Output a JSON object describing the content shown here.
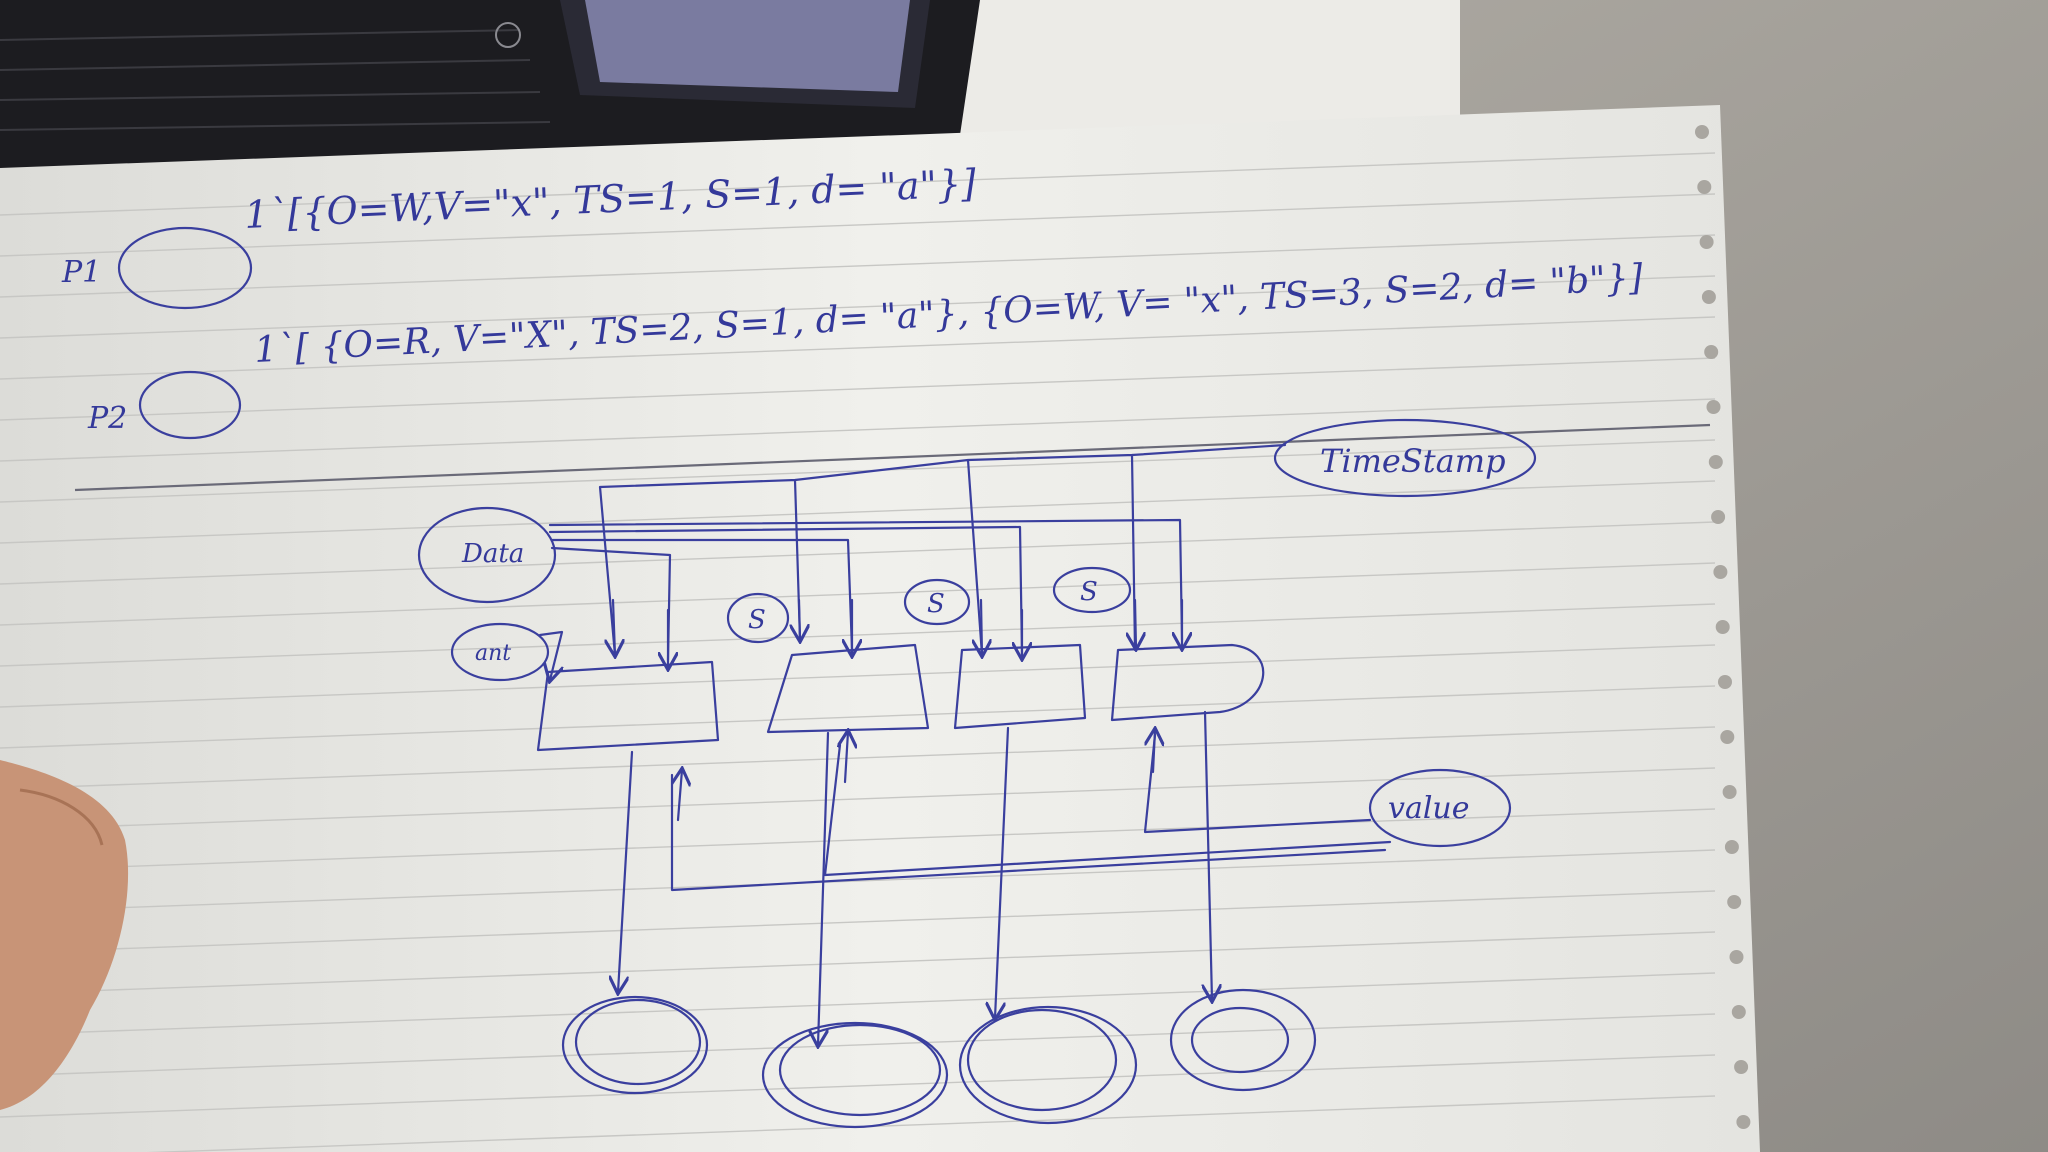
{
  "places": [
    {
      "label": "P1",
      "marking": "1`[{O=W,V=\"x\", TS=1, S=1, d= \"a\"}]"
    },
    {
      "label": "P2",
      "marking": "1`[ {O=R, V=\"X\", TS=2, S=1, d= \"a\"}, {O=W, V= \"x\", TS=3, S=2, d= \"b\"}]"
    }
  ],
  "nodes": {
    "timestamp": "TimeStamp",
    "data": "Data",
    "counter": "ant",
    "value": "value",
    "s_labels": [
      "S",
      "S",
      "S"
    ]
  },
  "colors": {
    "ink": "#3a3f9e",
    "paper": "#eeeeea",
    "background": "#9a968f",
    "laptop": "#1e1e22"
  }
}
